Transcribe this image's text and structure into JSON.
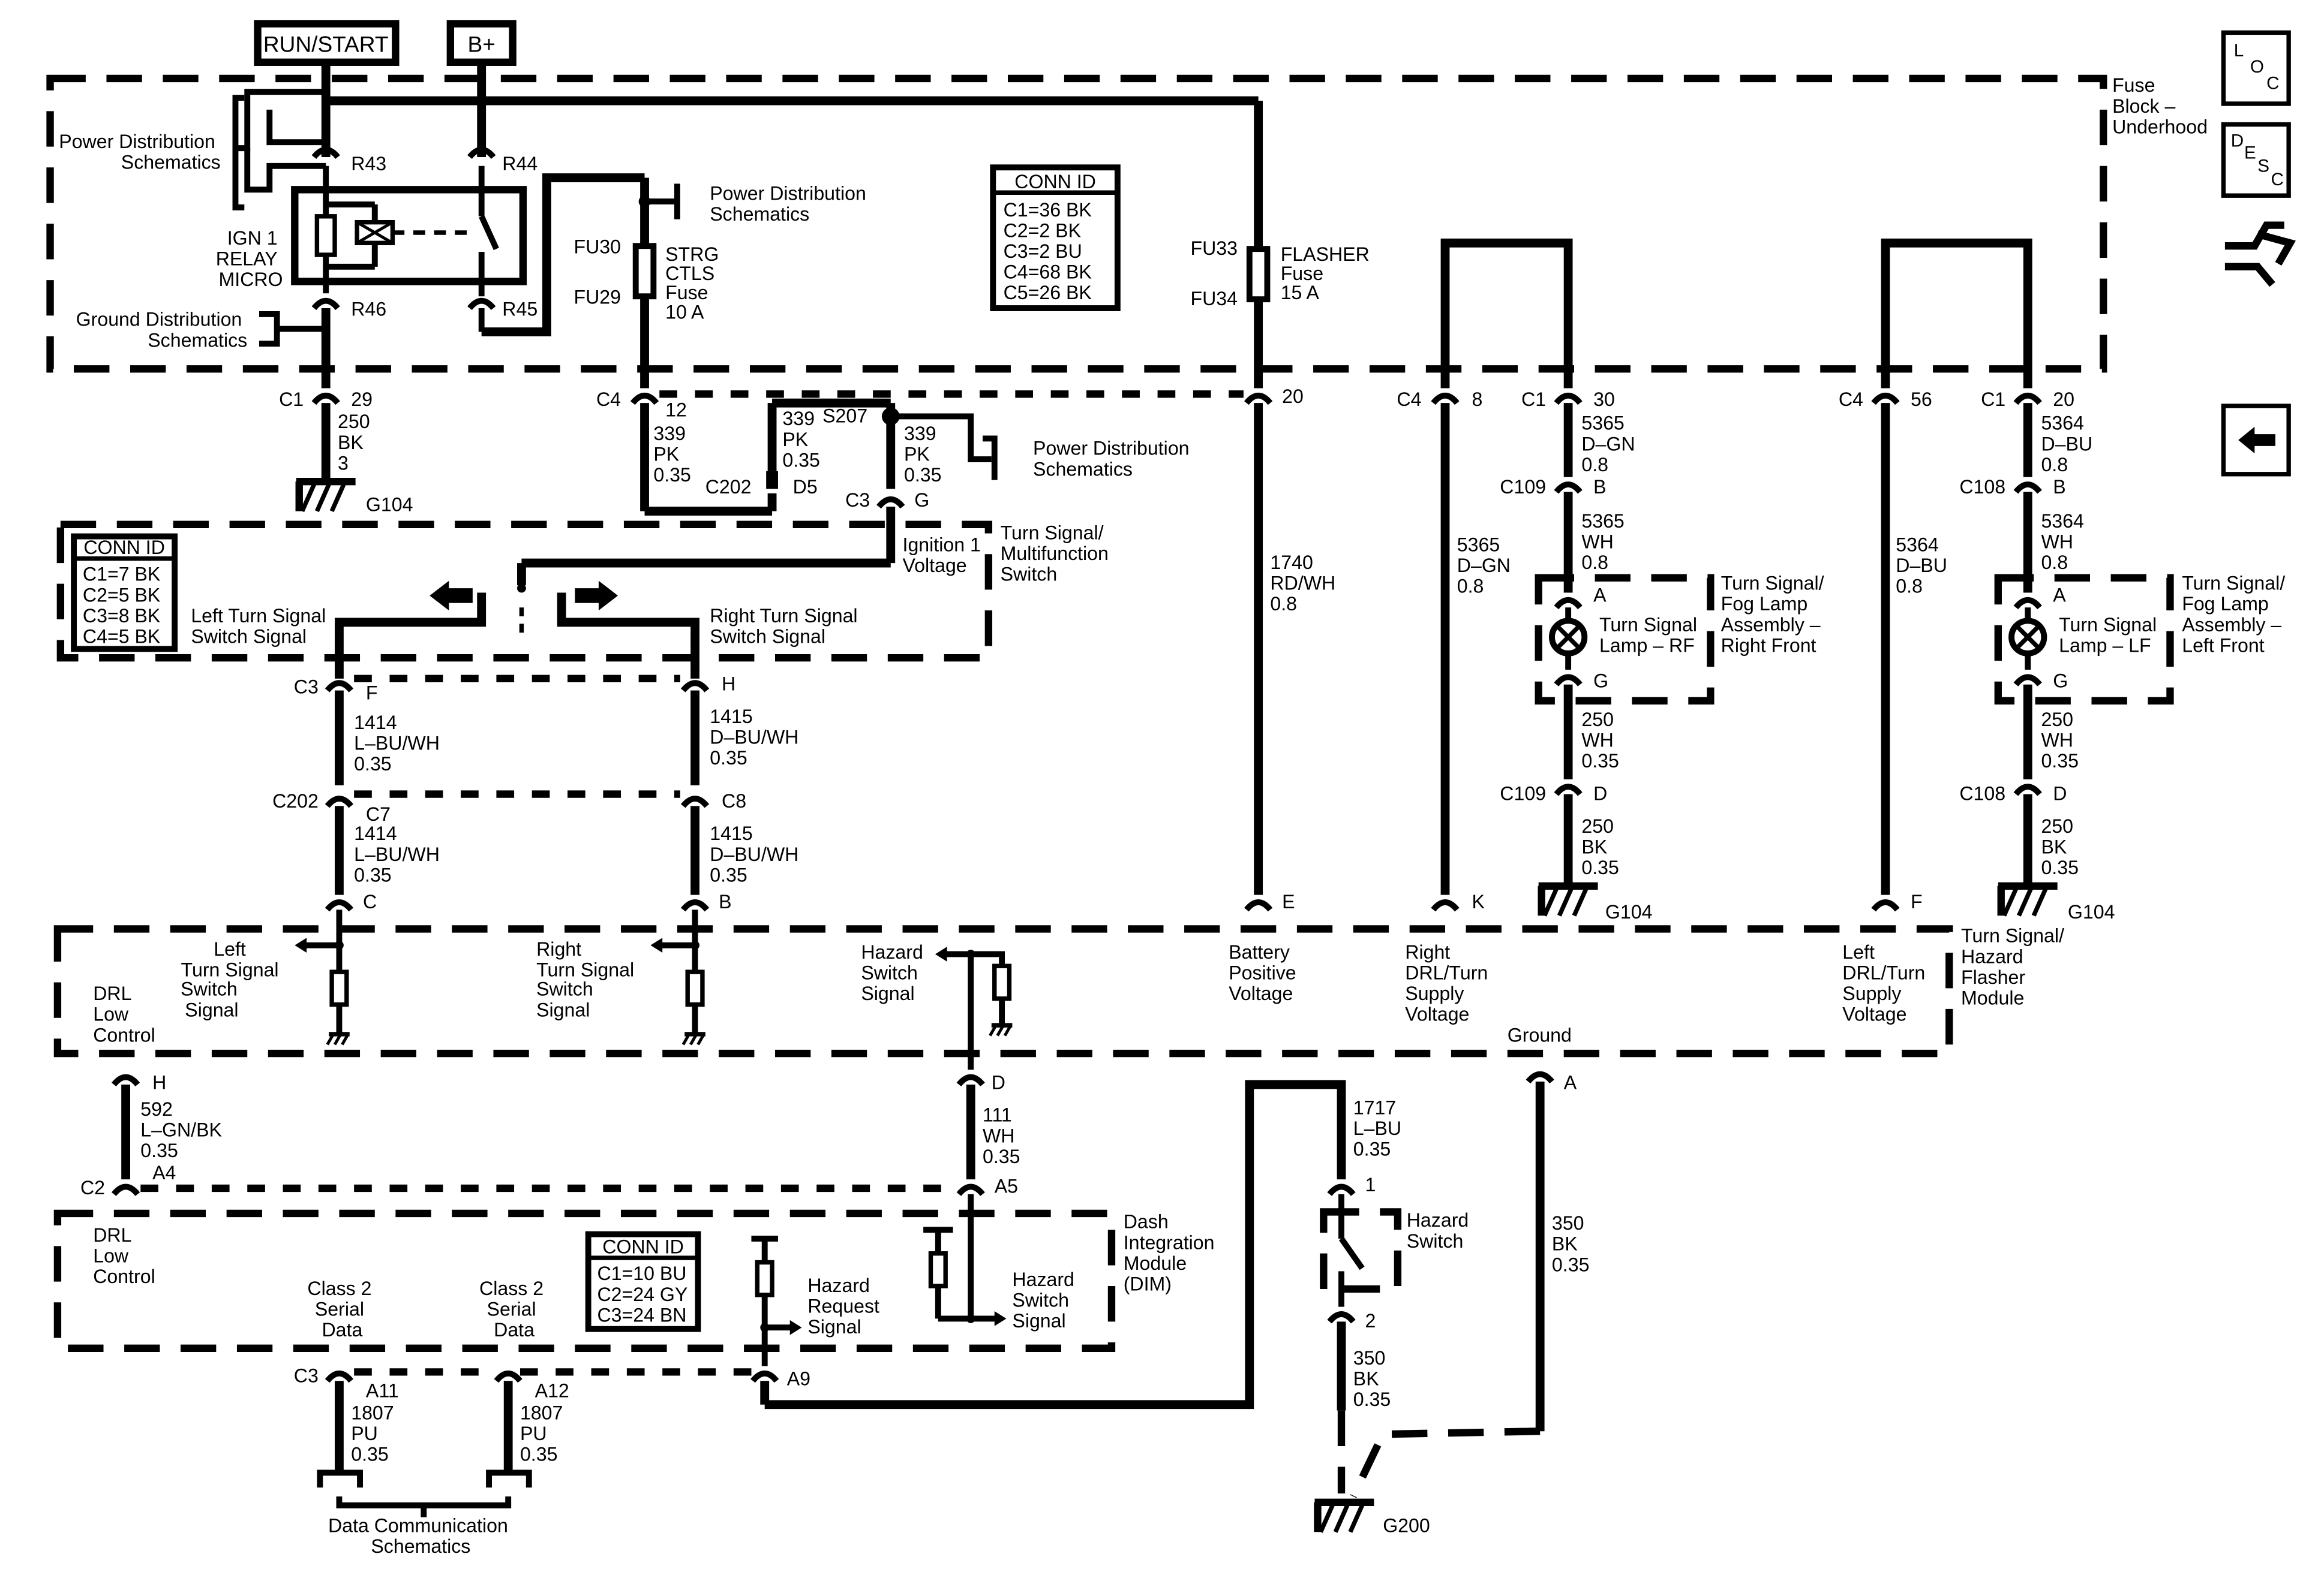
{
  "headers": {
    "run_start": "RUN/START",
    "b_plus": "B+"
  },
  "fuse_block": {
    "title": [
      "Fuse",
      "Block –",
      "Underhood"
    ]
  },
  "side_icons": {
    "loc": [
      "L",
      "O",
      "C"
    ],
    "desc": [
      "D",
      "E",
      "S",
      "C"
    ]
  },
  "power_dist": {
    "label": [
      "Power Distribution",
      "Schematics"
    ]
  },
  "ground_dist": {
    "label": [
      "Ground Distribution",
      "Schematics"
    ]
  },
  "relay": {
    "label": [
      "IGN 1",
      "RELAY",
      "MICRO"
    ],
    "pins": [
      "R43",
      "R44",
      "R45",
      "R46"
    ]
  },
  "fuses": {
    "strg": {
      "top": "FU30",
      "bottom": "FU29",
      "label": [
        "STRG",
        "CTLS",
        "Fuse",
        "10 A"
      ]
    },
    "flasher": {
      "top": "FU33",
      "bottom": "FU34",
      "label": [
        "FLASHER",
        "Fuse",
        "15 A"
      ]
    }
  },
  "conn_id_fuse": {
    "title": "CONN ID",
    "rows": [
      "C1=36 BK",
      "C2=2 BK",
      "C3=2 BU",
      "C4=68 BK",
      "C5=26 BK"
    ]
  },
  "conn_id_switch": {
    "title": "CONN ID",
    "rows": [
      "C1=7 BK",
      "C2=5 BK",
      "C3=8 BK",
      "C4=5 BK"
    ]
  },
  "conn_id_dim": {
    "title": "CONN ID",
    "rows": [
      "C1=10 BU",
      "C2=24 GY",
      "C3=24 BN"
    ]
  },
  "connectors": {
    "c1": "C1",
    "c2": "C2",
    "c3": "C3",
    "c4": "C4",
    "c108": "C108",
    "c109": "C109",
    "c202": "C202",
    "s207": "S207"
  },
  "pins": {
    "p29": "29",
    "p12": "12",
    "p20": "20",
    "p8": "8",
    "p30": "30",
    "p56": "56",
    "a": "A",
    "b": "B",
    "c": "C",
    "d": "D",
    "d5": "D5",
    "e": "E",
    "f": "F",
    "g": "G",
    "h": "H",
    "k": "K",
    "c7": "C7",
    "c8": "C8",
    "a4": "A4",
    "a5": "A5",
    "a9": "A9",
    "a11": "A11",
    "a12": "A12",
    "one": "1",
    "two": "2"
  },
  "wires": {
    "w250_bk_3": [
      "250",
      "BK",
      "3"
    ],
    "w339_pk": [
      "339",
      "PK",
      "0.35"
    ],
    "w1740": [
      "1740",
      "RD/WH",
      "0.8"
    ],
    "w5365_dgn_08": [
      "5365",
      "D–GN",
      "0.8"
    ],
    "w5365_wh": [
      "5365",
      "WH",
      "0.8"
    ],
    "w5364_dbu_08": [
      "5364",
      "D–BU",
      "0.8"
    ],
    "w5364_wh": [
      "5364",
      "WH",
      "0.8"
    ],
    "w250_wh": [
      "250",
      "WH",
      "0.35"
    ],
    "w250_bk": [
      "250",
      "BK",
      "0.35"
    ],
    "w1414": [
      "1414",
      "L–BU/WH",
      "0.35"
    ],
    "w1415": [
      "1415",
      "D–BU/WH",
      "0.35"
    ],
    "w592": [
      "592",
      "L–GN/BK",
      "0.35"
    ],
    "w111": [
      "111",
      "WH",
      "0.35"
    ],
    "w1717": [
      "1717",
      "L–BU",
      "0.35"
    ],
    "w350": [
      "350",
      "BK",
      "0.35"
    ],
    "w1807": [
      "1807",
      "PU",
      "0.35"
    ]
  },
  "grounds": {
    "g104": "G104",
    "g200": "G200"
  },
  "switch_module": {
    "title": [
      "Turn Signal/",
      "Multifunction",
      "Switch"
    ],
    "ign": [
      "Ignition 1",
      "Voltage"
    ],
    "left": [
      "Left Turn Signal",
      "Switch Signal"
    ],
    "right": [
      "Right Turn Signal",
      "Switch Signal"
    ]
  },
  "lamps": {
    "rf": {
      "inner": [
        "Turn Signal",
        "Lamp – RF"
      ],
      "outer": [
        "Turn Signal/",
        "Fog Lamp",
        "Assembly –",
        "Right Front"
      ]
    },
    "lf": {
      "inner": [
        "Turn Signal",
        "Lamp – LF"
      ],
      "outer": [
        "Turn Signal/",
        "Fog Lamp",
        "Assembly –",
        "Left Front"
      ]
    }
  },
  "flasher_module": {
    "title": [
      "Turn Signal/",
      "Hazard",
      "Flasher",
      "Module"
    ],
    "left_tss": [
      "Left",
      "Turn Signal",
      "Switch",
      "Signal"
    ],
    "right_tss": [
      "Right",
      "Turn Signal",
      "Switch",
      "Signal"
    ],
    "hazard": [
      "Hazard",
      "Switch",
      "Signal"
    ],
    "drl_low": [
      "DRL",
      "Low",
      "Control"
    ],
    "battery": [
      "Battery",
      "Positive",
      "Voltage"
    ],
    "right_drl": [
      "Right",
      "DRL/Turn",
      "Supply",
      "Voltage"
    ],
    "left_drl": [
      "Left",
      "DRL/Turn",
      "Supply",
      "Voltage"
    ],
    "ground": "Ground"
  },
  "hazard_switch": {
    "label": [
      "Hazard",
      "Switch"
    ]
  },
  "dim": {
    "title": [
      "Dash",
      "Integration",
      "Module",
      "(DIM)"
    ],
    "drl_low": [
      "DRL",
      "Low",
      "Control"
    ],
    "class2": [
      "Class 2",
      "Serial",
      "Data"
    ],
    "hazard_req": [
      "Hazard",
      "Request",
      "Signal"
    ],
    "hazard_sw": [
      "Hazard",
      "Switch",
      "Signal"
    ]
  },
  "data_comm": {
    "label": [
      "Data Communication",
      "Schematics"
    ]
  }
}
